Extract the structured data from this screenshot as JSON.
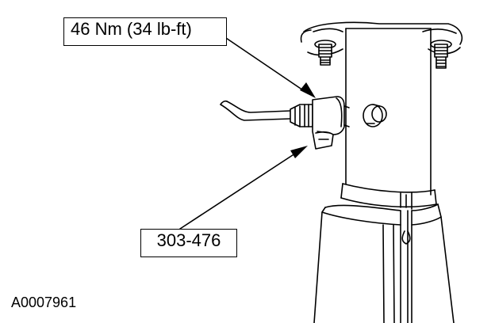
{
  "callouts": {
    "torque": "46 Nm (34 lb-ft)",
    "tool": "303-476"
  },
  "figure_id": "A0007961",
  "colors": {
    "line": "#000000",
    "background": "#ffffff"
  }
}
